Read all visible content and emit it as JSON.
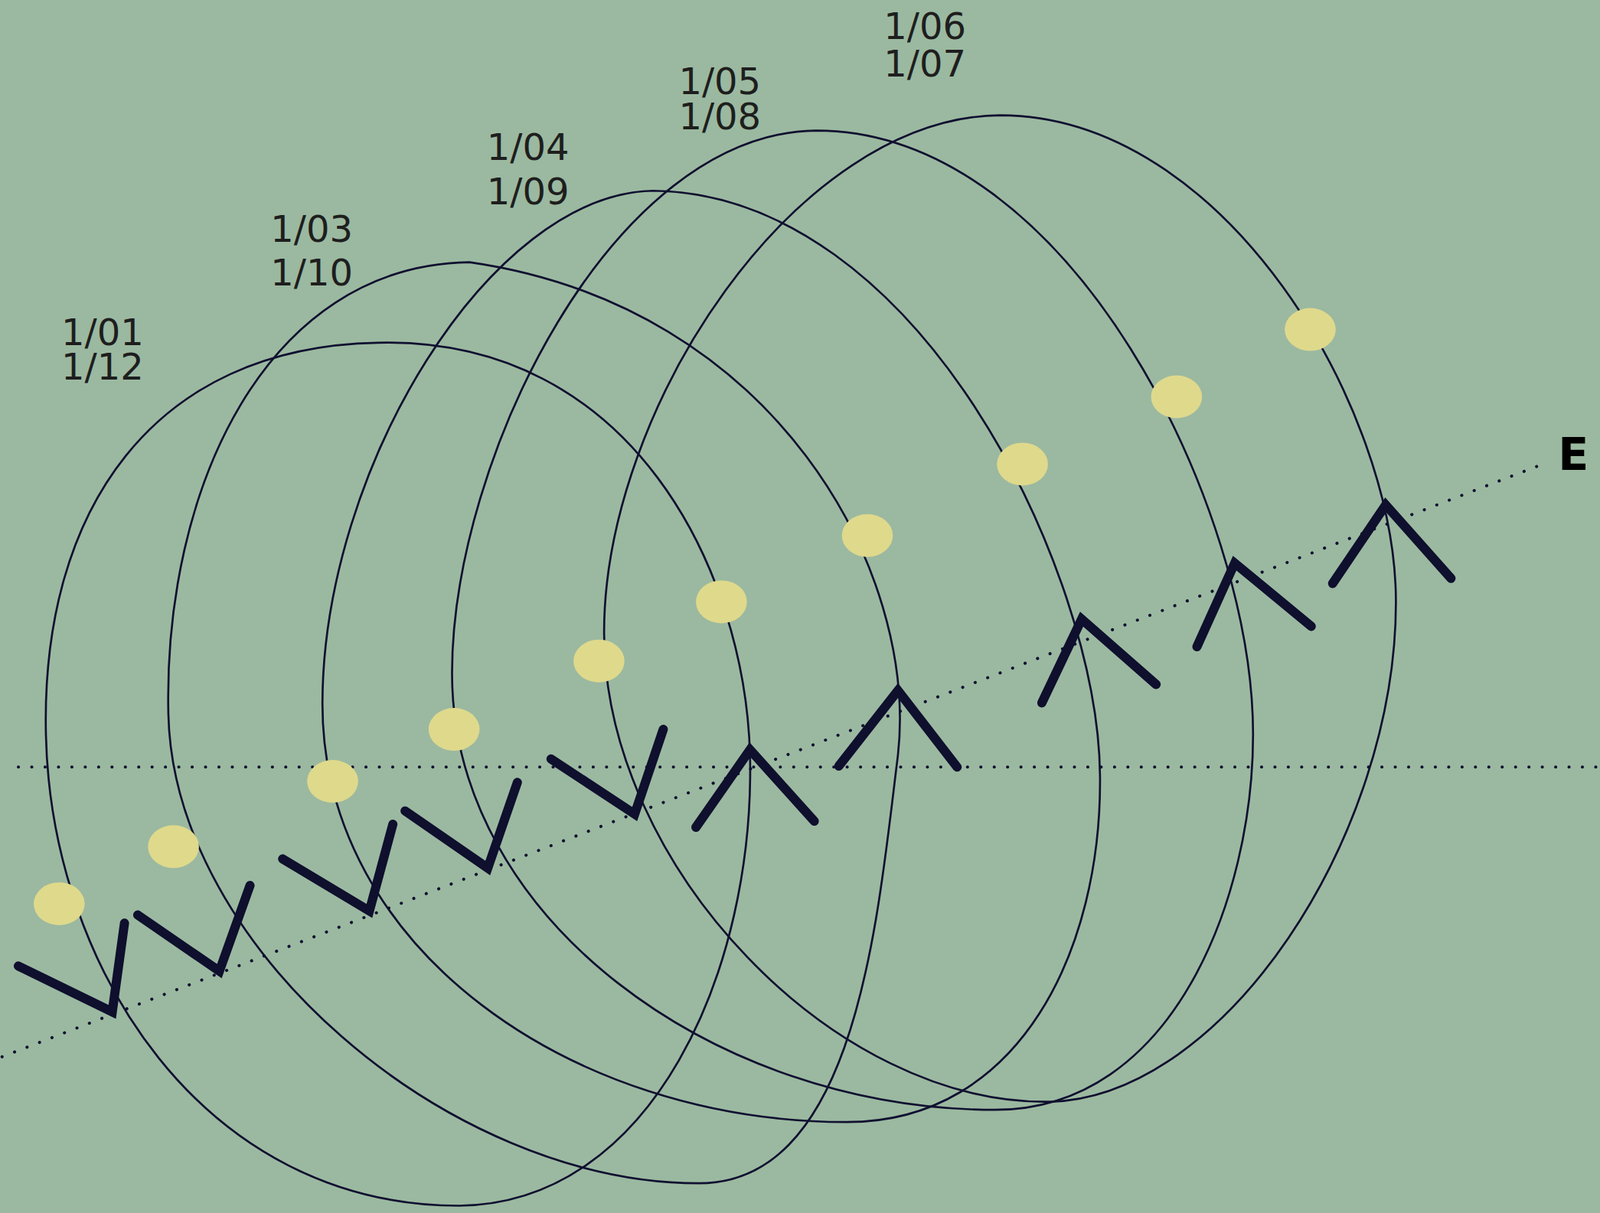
{
  "diagram": {
    "labels": [
      "1/01",
      "1/12",
      "1/03",
      "1/10",
      "1/04",
      "1/09",
      "1/05",
      "1/08",
      "1/06",
      "1/07",
      "E"
    ]
  }
}
